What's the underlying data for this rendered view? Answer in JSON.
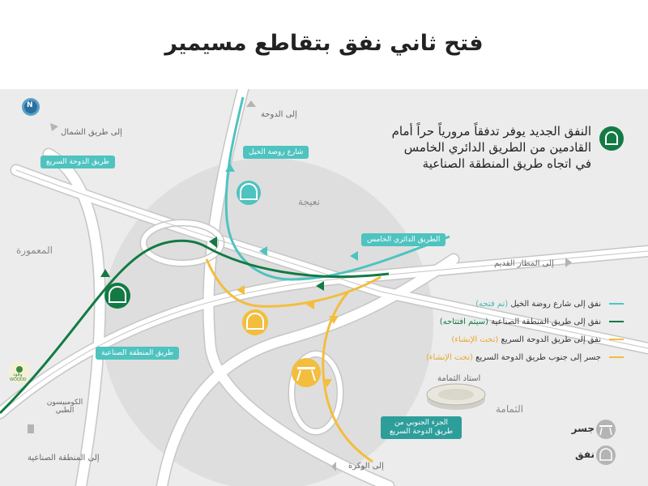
{
  "header": {
    "title": "فتح ثاني نفق بتقاطع مسيمير"
  },
  "colors": {
    "background": "#ececec",
    "circle": "#dedede",
    "road": "#ffffff",
    "road_edge": "#c6c6c6",
    "tunnel_open": "#4ec3c0",
    "tunnel_soon": "#137a44",
    "under_construction": "#f3bd3e"
  },
  "callout": {
    "text": "النفق الجديد يوفر تدفقاً مرورياً حراً أمام القادمين من الطريق الدائري الخامس في اتجاه طريق المنطقة الصناعية"
  },
  "map": {
    "compass": "N",
    "direction_labels": {
      "north": "إلى طريق الشمال",
      "doha": "إلى الدوحة",
      "old_airport": "إلى المطار القديم",
      "industrial": "إلى المنطقة الصناعية",
      "wakra": "إلى الوكرة"
    },
    "areas": {
      "naija": "نعيجة",
      "mamoura": "المعمورة",
      "thumama": "الثمامة",
      "stadium": "استاد الثمامة"
    },
    "road_tags": {
      "rawdat": "شارع روضة الخيل",
      "doha_express": "طريق الدوحة السريع",
      "ring5": "الطريق الدائري الخامس",
      "industrial_road": "طريق المنطقة الصناعية",
      "southern": "الجزء الجنوبي من طريق الدوحة السريع"
    },
    "landmarks": {
      "woqod": "وقود",
      "woqod_en": "WOQOD",
      "school": "الكومبيسون الطبي"
    }
  },
  "legend": {
    "items": [
      {
        "label": "نفق إلى شارع روضة الخيل",
        "note": "(تم فتحه)",
        "color": "#4ec3c0"
      },
      {
        "label": "نفق إلى طريق المنطقة الصناعية",
        "note": "(سيتم افتتاحه)",
        "color": "#137a44"
      },
      {
        "label": "نفق إلى طريق الدوحة السريع",
        "note": "(تحت الإنشاء)",
        "color": "#f3bd3e"
      },
      {
        "label": "جسر إلى جنوب طريق الدوحة السريع",
        "note": "(تحت الإنشاء)",
        "color": "#f3bd3e"
      }
    ],
    "bridge": "جسر",
    "tunnel": "نفق"
  }
}
